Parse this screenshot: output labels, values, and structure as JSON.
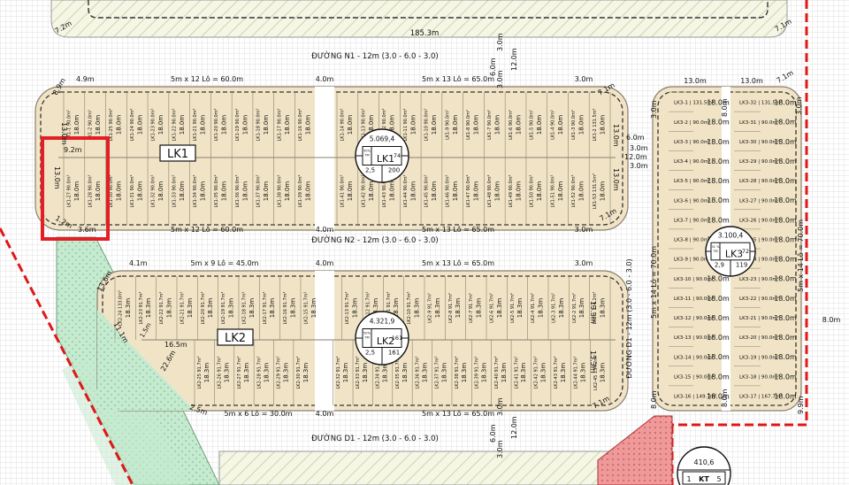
{
  "roads": {
    "n1": "ĐƯỜNG N1 - 12m (3.0 - 6.0 - 3.0)",
    "n2": "ĐƯỜNG N2 - 12m (3.0 - 6.0 - 3.0)",
    "d1_bottom": "ĐƯỜNG D1 - 12m (3.0 - 6.0 - 3.0)",
    "d1_vertical": "ĐƯỜNG D1 - 12m (3.0 - 6.0 - 3.0)"
  },
  "dims": {
    "top_185": "185.3m",
    "top_7_2": "7.2m",
    "top_7_1": "7.1m",
    "v3_0": "3.0m",
    "v6_0": "6.0m",
    "v12_0": "12.0m",
    "lk1_4_9": "4.9m",
    "lk1_top_left": "5m x 12 Lô = 60.0m",
    "lk1_top_4_0": "4.0m",
    "lk1_top_right": "5m x 13 Lô = 65.0m",
    "lk1_3_0": "3.0m",
    "lk1_7_1": "7.1m",
    "lk1_8_9": "8.9m",
    "lk1_13_0": "13.0m",
    "lk1_9_2": "9.2m",
    "lk1_1_2": "1.2m",
    "lk1_3_6": "3.6m",
    "lk1_bot_left": "5m x 12 Lô = 60.0m",
    "lk1_bot_4_0": "4.0m",
    "lk1_bot_right": "5m x 13 Lô = 65.0m",
    "lk1_bot_3_0": "3.0m",
    "r_6_0": "6.0m",
    "r_3_0": "3.0m",
    "r_12_0": "12.0m",
    "lk2_4_1": "4.1m",
    "lk2_top_left": "5m x 9 Lô = 45.0m",
    "lk2_top_4_0": "4.0m",
    "lk2_top_right": "5m x 13 Lô = 65.0m",
    "lk2_3_0": "3.0m",
    "lk2_13_6": "13.6m",
    "lk2_11_1": "11.1m",
    "lk2_16_5": "16.5m",
    "lk2_22_6": "22.6m",
    "lk2_1_5": "1.5m",
    "lk2_13_3": "13.3m",
    "lk2_2_5": "2.5m",
    "lk2_bot_left": "5m x 6 Lô = 30.0m",
    "lk2_bot_4_0": "4.0m",
    "lk2_bot_right": "5m x 13 Lô = 65.0m",
    "lk2_7_1": "7.1m",
    "lk3_3_0": "3.0m",
    "lk3_13_0a": "13.0m",
    "lk3_13_0b": "13.0m",
    "lk3_8_0": "8.0m",
    "lk3_left": "5m x 14 Lô = 70.0m",
    "lk3_right": "5m x 14 Lô = 70.0m",
    "lk3_9_9": "9.9m",
    "lk3_8_0b": "8.0m",
    "lk3_7_1": "7.1m"
  },
  "blocks": {
    "lk1": {
      "label": "LK1",
      "area": "5.069,4",
      "count": "74",
      "floors": "2,5",
      "height": "200",
      "chart_small": "50%",
      "chart_small2": "TM"
    },
    "lk2": {
      "label": "LK2",
      "area": "4.321,9",
      "floors": "2,5",
      "count": "161",
      "chart_small": "50%",
      "chart_small2": "TM"
    },
    "lk3": {
      "label": "LK3",
      "area": "3.100,4",
      "count": "72",
      "floors": "2,9",
      "height": "119",
      "chart_small": "31 %",
      "chart_small2": "TM"
    },
    "kt": {
      "area": "410,6",
      "left": "1",
      "label": "KT",
      "right": "5"
    }
  },
  "lot_depths": {
    "lk1": "18.0m",
    "lk2": "18.3m",
    "lk3": "18.0m"
  },
  "lots_lk1_top": [
    {
      "name": "LK1-1",
      "area": "90.0m²"
    },
    {
      "name": "LK1-2",
      "area": "90.0m²"
    },
    {
      "name": "LK1-25",
      "area": "90.0m²"
    },
    {
      "name": "LK1-24",
      "area": "90.0m²"
    },
    {
      "name": "LK1-23",
      "area": "90.0m²"
    },
    {
      "name": "LK1-22",
      "area": "90.0m²"
    },
    {
      "name": "LK1-21",
      "area": "90.0m²"
    },
    {
      "name": "LK1-20",
      "area": "90.0m²"
    },
    {
      "name": "LK1-19",
      "area": "90.0m²"
    },
    {
      "name": "LK1-18",
      "area": "90.0m²"
    },
    {
      "name": "LK1-17",
      "area": "90.0m²"
    },
    {
      "name": "LK1-16",
      "area": "90.0m²"
    },
    {
      "name": "LK1-15",
      "area": "90.0m²"
    },
    {
      "name": "LK1-14",
      "area": "90.0m²"
    },
    {
      "name": "LK1-13",
      "area": "90.0m²"
    },
    {
      "name": "LK1-12",
      "area": "90.0m²"
    },
    {
      "name": "LK1-11",
      "area": "90.0m²"
    },
    {
      "name": "LK1-10",
      "area": "90.0m²"
    },
    {
      "name": "LK1-9",
      "area": "90.0m²"
    },
    {
      "name": "LK1-8",
      "area": "90.0m²"
    },
    {
      "name": "LK1-7",
      "area": "90.0m²"
    },
    {
      "name": "LK1-6",
      "area": "90.0m²"
    },
    {
      "name": "LK1-5",
      "area": "90.0m²"
    },
    {
      "name": "LK1-4",
      "area": "90.0m²"
    },
    {
      "name": "LK1-3",
      "area": "90.0m²"
    },
    {
      "name": "LK1-2",
      "area": "131.5m²"
    }
  ],
  "lots_lk1_bot": [
    {
      "name": "LK1-27",
      "area": "90.0m²"
    },
    {
      "name": "LK1-28",
      "area": "90.0m²"
    },
    {
      "name": "LK1-30",
      "area": "90.0m²"
    },
    {
      "name": "LK1-31",
      "area": "90.0m²"
    },
    {
      "name": "LK1-32",
      "area": "90.0m²"
    },
    {
      "name": "LK1-33",
      "area": "90.0m²"
    },
    {
      "name": "LK1-34",
      "area": "90.0m²"
    },
    {
      "name": "LK1-35",
      "area": "90.0m²"
    },
    {
      "name": "LK1-36",
      "area": "90.0m²"
    },
    {
      "name": "LK1-37",
      "area": "90.0m²"
    },
    {
      "name": "LK1-38",
      "area": "90.0m²"
    },
    {
      "name": "LK1-39",
      "area": "90.0m²"
    },
    {
      "name": "LK1-40",
      "area": "90.0m²"
    },
    {
      "name": "LK1-41",
      "area": "90.0m²"
    },
    {
      "name": "LK1-42",
      "area": "90.0m²"
    },
    {
      "name": "LK1-43",
      "area": "90.0m²"
    },
    {
      "name": "LK1-44",
      "area": "90.0m²"
    },
    {
      "name": "LK1-45",
      "area": "90.0m²"
    },
    {
      "name": "LK1-46",
      "area": "90.0m²"
    },
    {
      "name": "LK1-47",
      "area": "90.0m²"
    },
    {
      "name": "LK1-48",
      "area": "90.0m²"
    },
    {
      "name": "LK1-49",
      "area": "90.0m²"
    },
    {
      "name": "LK1-50",
      "area": "90.0m²"
    },
    {
      "name": "LK1-51",
      "area": "90.0m²"
    },
    {
      "name": "LK1-52",
      "area": "90.0m²"
    },
    {
      "name": "LK1-53",
      "area": "131.5m²"
    }
  ],
  "lots_lk2_top": [
    {
      "name": "LK2-24",
      "area": "133.0m²"
    },
    {
      "name": "LK2-23",
      "area": "91.7m²"
    },
    {
      "name": "LK2-22",
      "area": "91.7m²"
    },
    {
      "name": "LK2-21",
      "area": "91.7m²"
    },
    {
      "name": "LK2-20",
      "area": "91.7m²"
    },
    {
      "name": "LK2-19",
      "area": "91.7m²"
    },
    {
      "name": "LK2-18",
      "area": "91.7m²"
    },
    {
      "name": "LK2-17",
      "area": "91.7m²"
    },
    {
      "name": "LK2-16",
      "area": "91.7m²"
    },
    {
      "name": "LK2-15",
      "area": "91.7m²"
    },
    {
      "name": "LK2-14",
      "area": "91.7m²"
    },
    {
      "name": "LK2-13",
      "area": "91.7m²"
    },
    {
      "name": "LK2-12",
      "area": "91.7m²"
    },
    {
      "name": "LK2-11",
      "area": "91.7m²"
    },
    {
      "name": "LK2-10",
      "area": "91.7m²"
    },
    {
      "name": "LK2-9",
      "area": "91.7m²"
    },
    {
      "name": "LK2-8",
      "area": "91.7m²"
    },
    {
      "name": "LK2-7",
      "area": "91.7m²"
    },
    {
      "name": "LK2-6",
      "area": "91.7m²"
    },
    {
      "name": "LK2-5",
      "area": "91.7m²"
    },
    {
      "name": "LK2-4",
      "area": "91.7m²"
    },
    {
      "name": "LK2-3",
      "area": "91.7m²"
    },
    {
      "name": "LK2-2",
      "area": "91.7m²"
    },
    {
      "name": "LK2-1",
      "area": "134.2m²"
    }
  ],
  "lots_lk2_bot": [
    {
      "name": "LK2-25",
      "area": "91.7m²"
    },
    {
      "name": "LK2-26",
      "area": "91.7m²"
    },
    {
      "name": "LK2-27",
      "area": "91.7m²"
    },
    {
      "name": "LK2-28",
      "area": "91.7m²"
    },
    {
      "name": "LK2-29",
      "area": "91.7m²"
    },
    {
      "name": "LK2-30",
      "area": "91.7m²"
    },
    {
      "name": "LK2-31",
      "area": "91.7m²"
    },
    {
      "name": "LK2-32",
      "area": "91.7m²"
    },
    {
      "name": "LK2-33",
      "area": "91.7m²"
    },
    {
      "name": "LK2-34",
      "area": "91.7m²"
    },
    {
      "name": "LK2-35",
      "area": "91.7m²"
    },
    {
      "name": "LK2-36",
      "area": "91.7m²"
    },
    {
      "name": "LK2-37",
      "area": "91.7m²"
    },
    {
      "name": "LK2-38",
      "area": "91.7m²"
    },
    {
      "name": "LK2-39",
      "area": "91.7m²"
    },
    {
      "name": "LK2-40",
      "area": "91.7m²"
    },
    {
      "name": "LK2-41",
      "area": "91.7m²"
    },
    {
      "name": "LK2-42",
      "area": "91.7m²"
    },
    {
      "name": "LK2-43",
      "area": "91.7m²"
    },
    {
      "name": "LK2-44",
      "area": "91.7m²"
    },
    {
      "name": "LK2-45",
      "area": "134.2m²"
    }
  ],
  "lots_lk3_left": [
    {
      "name": "LK3-1",
      "area": "131.5m²"
    },
    {
      "name": "LK3-2",
      "area": "90.0m²"
    },
    {
      "name": "LK3-3",
      "area": "90.0m²"
    },
    {
      "name": "LK3-4",
      "area": "90.0m²"
    },
    {
      "name": "LK3-5",
      "area": "90.0m²"
    },
    {
      "name": "LK3-6",
      "area": "90.0m²"
    },
    {
      "name": "LK3-7",
      "area": "90.0m²"
    },
    {
      "name": "LK3-8",
      "area": "90.0m²"
    },
    {
      "name": "LK3-9",
      "area": "90.0m²"
    },
    {
      "name": "LK3-10",
      "area": "90.0m²"
    },
    {
      "name": "LK3-11",
      "area": "90.0m²"
    },
    {
      "name": "LK3-12",
      "area": "90.0m²"
    },
    {
      "name": "LK3-13",
      "area": "90.0m²"
    },
    {
      "name": "LK3-14",
      "area": "90.0m²"
    },
    {
      "name": "LK3-15",
      "area": "90.0m²"
    },
    {
      "name": "LK3-16",
      "area": "149.7m²"
    }
  ],
  "lots_lk3_right": [
    {
      "name": "LK3-32",
      "area": "131.5m²"
    },
    {
      "name": "LK3-31",
      "area": "90.0m²"
    },
    {
      "name": "LK3-30",
      "area": "90.0m²"
    },
    {
      "name": "LK3-29",
      "area": "90.0m²"
    },
    {
      "name": "LK3-28",
      "area": "90.0m²"
    },
    {
      "name": "LK3-27",
      "area": "90.0m²"
    },
    {
      "name": "LK3-26",
      "area": "90.0m²"
    },
    {
      "name": "LK3-25",
      "area": "90.0m²"
    },
    {
      "name": "LK3-24",
      "area": "90.0m²"
    },
    {
      "name": "LK3-23",
      "area": "90.0m²"
    },
    {
      "name": "LK3-22",
      "area": "90.0m²"
    },
    {
      "name": "LK3-21",
      "area": "90.0m²"
    },
    {
      "name": "LK3-20",
      "area": "90.0m²"
    },
    {
      "name": "LK3-19",
      "area": "90.0m²"
    },
    {
      "name": "LK3-18",
      "area": "90.0m²"
    },
    {
      "name": "LK3-17",
      "area": "167.7m²"
    }
  ],
  "colors": {
    "block_fill": "#f1e4c6",
    "block_stroke": "#888070",
    "setback": "#333333",
    "boundary_red": "#e01818",
    "green": "#c9ecd0",
    "hatch": "#b7c78a",
    "road_grid": "#d9d9d9",
    "highlight": "#e31e24",
    "kt_red": "#ea8f8f"
  }
}
